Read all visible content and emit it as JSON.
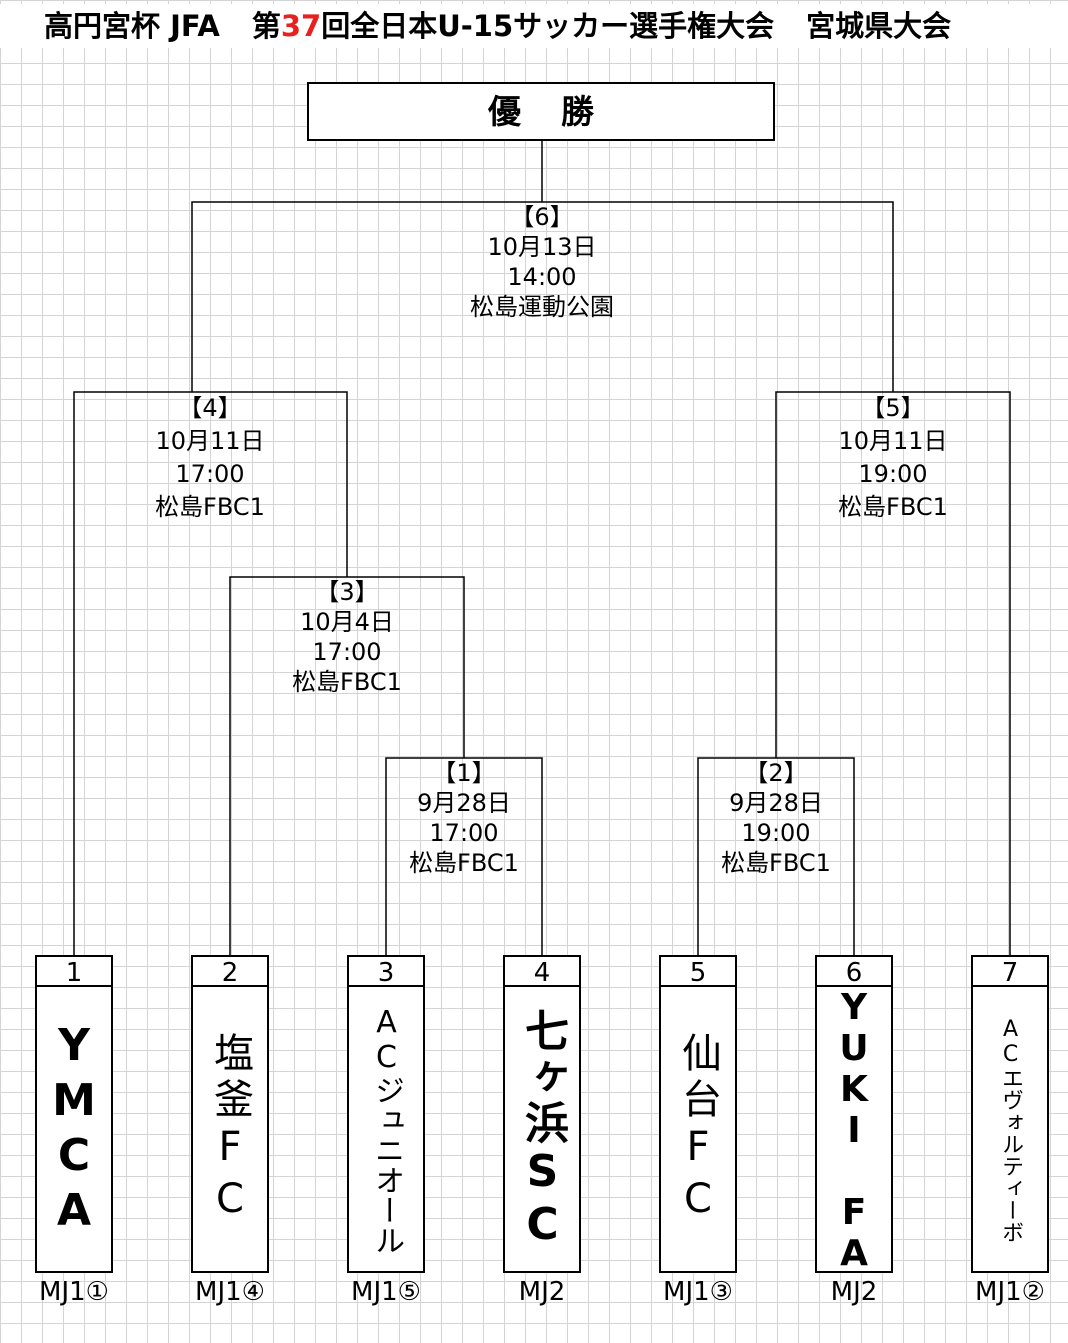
{
  "title": {
    "part1": "高円宮杯 JFA",
    "part2": "第",
    "number": "37",
    "part3": "回全日本U-15サッカー選手権大会",
    "part4": "宮城県大会"
  },
  "champion_label": "優勝",
  "matches": [
    {
      "id": "【1】",
      "date": "9月28日",
      "time": "17:00",
      "venue": "松島FBC1"
    },
    {
      "id": "【2】",
      "date": "9月28日",
      "time": "19:00",
      "venue": "松島FBC1"
    },
    {
      "id": "【3】",
      "date": "10月4日",
      "time": "17:00",
      "venue": "松島FBC1"
    },
    {
      "id": "【4】",
      "date": "10月11日",
      "time": "17:00",
      "venue": "松島FBC1"
    },
    {
      "id": "【5】",
      "date": "10月11日",
      "time": "19:00",
      "venue": "松島FBC1"
    },
    {
      "id": "【6】",
      "date": "10月13日",
      "time": "14:00",
      "venue": "松島運動公園"
    }
  ],
  "teams": [
    {
      "num": "1",
      "name": "YMCA",
      "league": "MJ1①"
    },
    {
      "num": "2",
      "name": "塩釜FC",
      "league": "MJ1④"
    },
    {
      "num": "3",
      "name": "ACジュニオール",
      "league": "MJ1⑤"
    },
    {
      "num": "4",
      "name": "七ヶ浜SC",
      "league": "MJ2"
    },
    {
      "num": "5",
      "name": "仙台FC",
      "league": "MJ1③"
    },
    {
      "num": "6",
      "name": "YUKI FA",
      "league": "MJ2"
    },
    {
      "num": "7",
      "name": "ACエヴォルティーボ",
      "league": "MJ1②"
    }
  ]
}
